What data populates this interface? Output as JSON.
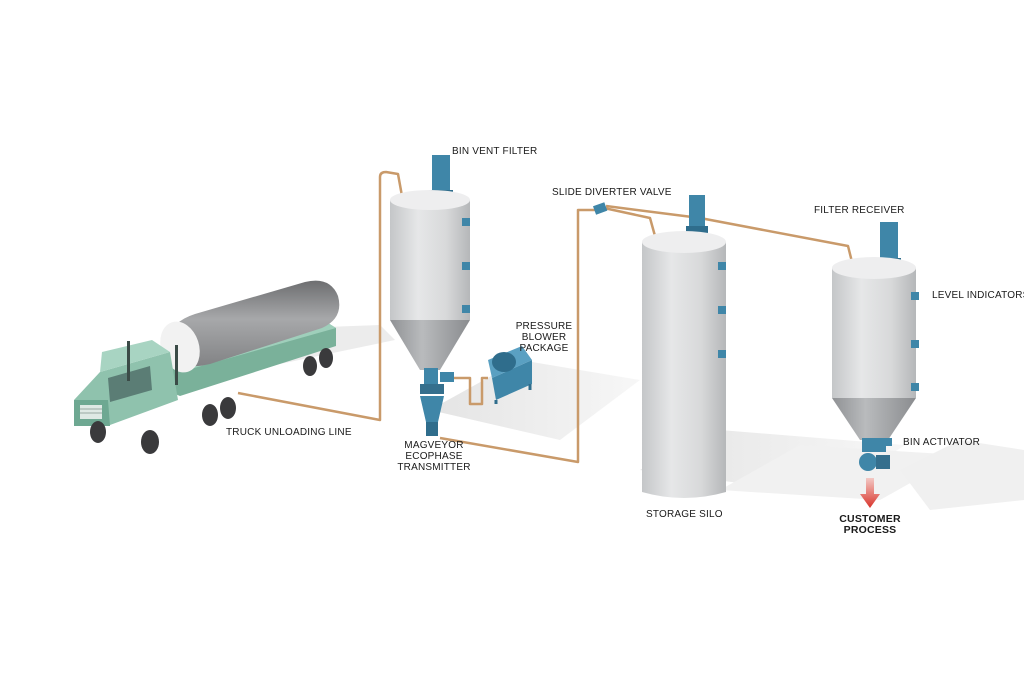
{
  "labels": {
    "bin_vent_filter": "BIN VENT FILTER",
    "slide_diverter_valve": "SLIDE DIVERTER VALVE",
    "filter_receiver": "FILTER RECEIVER",
    "level_indicators": "LEVEL INDICATORS",
    "pressure_blower_package": [
      "PRESSURE",
      "BLOWER",
      "PACKAGE"
    ],
    "truck_unloading_line": "TRUCK UNLOADING LINE",
    "magveyor_ecophase_transmitter": [
      "MAGVEYOR",
      "ECOPHASE",
      "TRANSMITTER"
    ],
    "storage_silo": "STORAGE SILO",
    "bin_activator": "BIN ACTIVATOR",
    "customer_process": [
      "CUSTOMER",
      "PROCESS"
    ]
  },
  "colors": {
    "silo_body": "#d9dadb",
    "silo_cone": "#a9abad",
    "equipment_blue": "#3f86a8",
    "pipe": "#c99a6a",
    "truck_green": "#8fc2ad",
    "tank_gray": "#9a9a9c",
    "arrow_red": "#d9342b"
  }
}
